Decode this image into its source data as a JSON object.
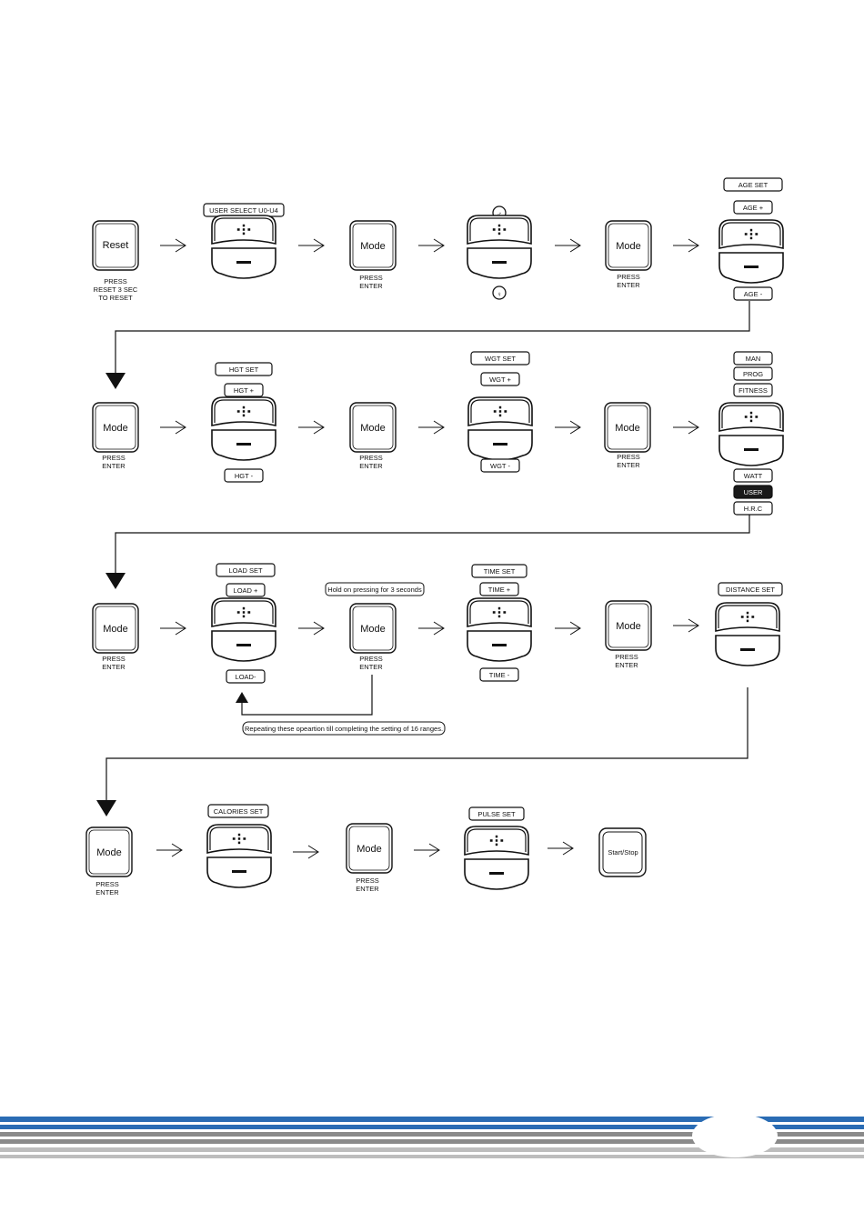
{
  "flow": {
    "row1": {
      "reset_label": "Reset",
      "reset_caption": [
        "PRESS",
        "RESET 3 SEC",
        "TO RESET"
      ],
      "user_select": "USER SELECT U0-U4",
      "mode1": "Mode",
      "press_enter": [
        "PRESS",
        "ENTER"
      ],
      "mode2": "Mode",
      "age_set": "AGE SET",
      "age_plus": "AGE +",
      "age_minus": "AGE -",
      "male_symbol": "♂",
      "female_symbol": "♀"
    },
    "row2": {
      "mode": "Mode",
      "hgt_set": "HGT SET",
      "hgt_plus": "HGT +",
      "hgt_minus": "HGT -",
      "wgt_set": "WGT SET",
      "wgt_plus": "WGT +",
      "wgt_minus": "WGT -",
      "programs_top": [
        "MAN",
        "PROG",
        "FITNESS"
      ],
      "programs_bottom": [
        "WATT",
        "USER",
        "H.R.C"
      ],
      "selected_program": "USER"
    },
    "row3": {
      "mode": "Mode",
      "load_set": "LOAD SET",
      "load_plus": "LOAD +",
      "load_minus": "LOAD-",
      "hold_note": "Hold on pressing for 3 seconds",
      "repeat_note": "Repeating these opeartion till completing the setting of 16 ranges.",
      "time_set": "TIME SET",
      "time_plus": "TIME +",
      "time_minus": "TIME -",
      "distance_set": "DISTANCE SET"
    },
    "row4": {
      "mode": "Mode",
      "calories_set": "CALORIES SET",
      "pulse_set": "PULSE SET",
      "start_stop": "Start/Stop"
    }
  },
  "colors": {
    "stripe_blue": "#2a6cb4",
    "stripe_gray": "#8a8a8a",
    "stripe_light": "#bdbdbd",
    "selected_fill": "#1a1a1a"
  }
}
